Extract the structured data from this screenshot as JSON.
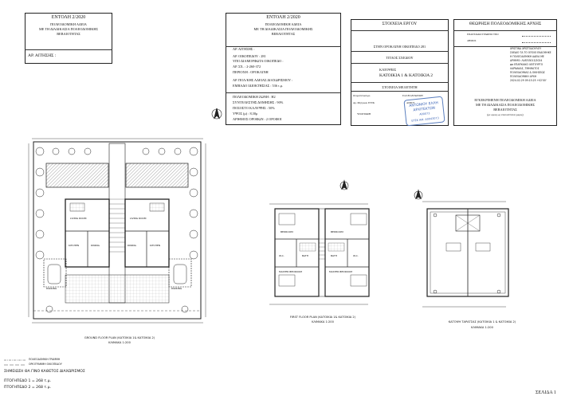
{
  "box1": {
    "title": "ΕΝΤΟΛΗ 2/2020",
    "lines": [
      "ΠΟΛΕΟΔΟΜΙΚΗ ΑΔΕΙΑ",
      "ΜΕ ΤΗ ΔΙΑΔΙΚΑΣΙΑ ΠΟΛΕΟΔΟΜΙΚΗΣ",
      "ΒΕΒΑΙΟΤΗΤΑΣ"
    ],
    "field": "ΑΡ. ΑΙΤΗΣΗΣ :"
  },
  "box2": {
    "title": "ΕΝΤΟΛΗ 2/2020",
    "lines": [
      "ΠΟΛΕΟΔΟΜΙΚΗ ΑΔΕΙΑ",
      "ΜΕ ΤΗ ΔΙΑΔΙΚΑΣΙΑ ΠΟΛΕΟΔΟΜΙΚΗΣ",
      "ΒΕΒΑΙΟΤΗΤΑΣ"
    ],
    "info": [
      "ΑΡ. ΑΙΤΗΣΗΣ :",
      "ΑΡ. ΟΙΚΟΠΕΔΟΥ : 281",
      "ΥΠΟ ΔΙΑΜΟΡΦΩΤΑ ΟΙΚΟΠΕΔΟ :",
      "ΑΡ. ΣΧ. : 2-260-372",
      "ΠΕΡΙΟΧΗ : ΟΡΟΚΛΙΝΗ"
    ],
    "info2": [
      "ΑΡ. ΠΟΛ/ΚΗΣ ΑΔΕΙΑΣ ΔΙΑΧΩΡΙΣΜΟΥ :",
      "ΕΜΒΑΔΟ ΙΔΙΟΚΤΗΣΙΑΣ : 536 τ.μ."
    ],
    "info3": [
      "ΠΟΛΕΟΔΟΜΙΚΗ ΖΩΝΗ : Η2",
      "ΣΥΝΤΕΛΕΣΤΗΣ ΔΟΜΗΣΗΣ : 90%",
      "ΠΟΣΟΣΤΟ ΚΑΛΥΨΗΣ : 50%",
      "ΥΨΟΣ (μ) : 8,30μ",
      "ΑΡΙΘΜΟΣ ΟΡΟΦΩΝ : 2 ΟΡΟΦΟΙ"
    ]
  },
  "box3": {
    "project_header": "ΣΤΟΙΧΕΙΑ ΕΡΓΟΥ",
    "project_name": "ΣΤΗΝ ΟΡΟΚΛΙΝΗ ΟΙΚΟΠΕΔΟ 281",
    "drawing_title_header": "ΤΙΤΛΟΣ ΣΧΕΔΙΟΥ",
    "drawing_title_1": "ΚΑΤΟΨΕΙΣ",
    "drawing_title_2": "ΚΑΤΟΙΚΙΑ 1 & ΚΑΤΟΙΚΙΑ 2",
    "study_header": "ΣΤΟΙΧΕΙΑ ΜΕΛΕΤΗΤΗ",
    "name_label": "Ονοματεπώνυμο",
    "name_value": "ΕΛΛΗ ΑΝΤΩΝΙΟΥ",
    "reg_label": "Αρ. Μητρώου ΕΤΕΚ",
    "reg_value": "A00073",
    "signature_label": "ΥΠΟΓΡΑΦΗ",
    "stamp_lines": [
      "ΑΝΤΩΝΙΟΥ ΕΛΛΗ",
      "ΑΡΧΙΤΕΚΤΩΝ",
      "Α00073",
      "ΕΤΕΚ ΑΜ. Α0043073"
    ]
  },
  "box4": {
    "header": "ΘΕΩΡΗΣΗ ΠΟΛΕΟΔΟΜΙΚΗΣ ΑΡΧΗΣ",
    "authority_1": "ΕΠΑΡΧΙΑΚΟ ΓΡΑΦΕΙΟ ΤΠΟ",
    "authority_2": "ΔΗΜΟΣ",
    "approval_text": [
      "ΧΡΙΣΤΙΝΑ ΧΡΙΣΤΟΔΟΥΛΟΥ",
      "ΣΧΕΔΙΟ ΤΑ ΤΟ ΟΠΟΙΟ ΕΚΔΟΘΗΚΕ",
      "Η ΠΟΛΕΟΔΟΜΙΚΗ ΑΔΕΙΑ ΜΕ",
      "ΑΡΙΘΜΟ: ΛΑΡ/03013/2024",
      "φα ΕΠΑΡΧΙΑΚΟ ΛΕΙΤΟΥΡΓΟ",
      "ΛΑΡΝΑΚΑΣ, ΤΜΗΜΑΤΟΣ",
      "ΠΟΛΕΟΔΟΜΙΑΣ & ΟΙΚΗΣΕΩΣ",
      "ΠΟΛΕΟΔΟΜΙΚΗ ΑΡΧΗ",
      "2024.02.29 09:15:25 +02'00'"
    ],
    "approved_1": "ΕΓΚΕΚΡΙΜΕΝΗ ΠΟΛΕΟΔΟΜΙΚΗ ΑΔΕΙΑ",
    "approved_2": "ΜΕ ΤΗ ΔΙΑΔΙΚΑΣΙΑ ΠΟΛΕΟΔΟΜΙΚΗΣ",
    "approved_3": "ΒΕΒΑΙΟΤΗΤΑΣ",
    "approved_4": "(με ορους ως επισυνάπτεται χώρος)"
  },
  "plans": {
    "ground": {
      "caption": "GROUND FLOOR PLAN (ΚΑΤΟΙΚΙΑ 1& ΚΑΤΟΙΚΙΑ 2)",
      "scale": "ΚΛΙΜΑΚΑ 1:200"
    },
    "first": {
      "caption": "FIRST FLOOR PLAN (ΚΑΤΟΙΚΙΑ 1& ΚΑΤΟΙΚΙΑ 2)",
      "scale": "ΚΛΙΜΑΚΑ 1:200"
    },
    "roof": {
      "caption": "ΚΑΤΟΨΗ ΤΑΡΑΤΣΑΣ (ΚΑΤΟΙΚΙΑ 1 & ΚΑΤΟΙΚΙΑ 2)",
      "scale": "ΚΛΙΜΑΚΑ 1:200"
    }
  },
  "room_labels": {
    "living": "LIVING ROOM",
    "kitchen": "KITCHEN",
    "dining": "DINING",
    "bedroom": "BEDROOM",
    "master": "MASTER BEDROOM",
    "bath": "BATH",
    "wc": "W.C.",
    "parking": "PARKING"
  },
  "legend": {
    "l1": "ΠΟΛΕΟΔΟΜΙΚΗ ΓΡΑΜΜΗ",
    "l2": "ΟΡΙΟΓΡΑΜΜΗ ΟΙΚΟΠΕΔΟΥ",
    "note": "ΣΗΜΕΙΩΣΗ ΘΑ ΓΙΝΟ ΚΑΘΕΤΟΣ ΔΙΑΧΩΡΙΣΜΟΣ",
    "level1": "ΠΤΟΓΗΠΕΔΟ 1 = 268 τ.μ.",
    "level2": "ΠΤΟΓΗΠΕΔΟ 2 = 268 τ.μ."
  },
  "sheet": "ΣΕΛΙΔΑ 1"
}
